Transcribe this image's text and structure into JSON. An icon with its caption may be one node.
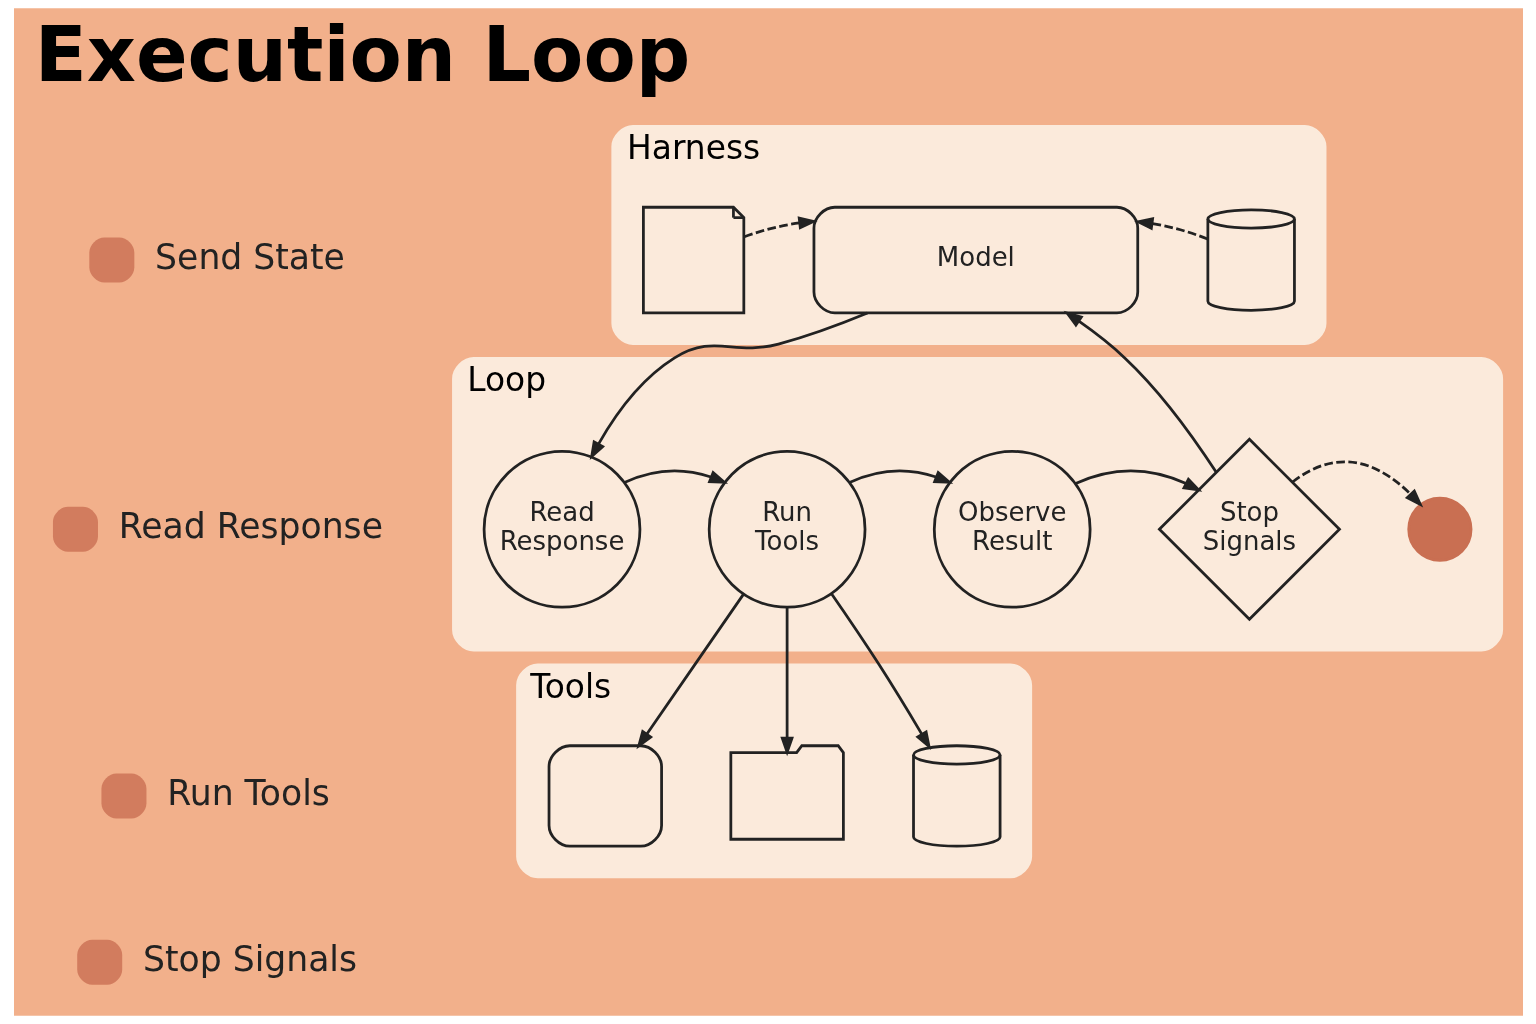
{
  "diagram": {
    "title": "Execution Loop",
    "nodes": [
      {
        "text": [
          "Harness"
        ]
      },
      {
        "text": [],
        "shape": "document",
        "in": 0
      },
      {
        "text": [
          "Model"
        ],
        "in": 0
      },
      {
        "text": [],
        "shape": "cylinder",
        "in": 0
      },
      {
        "text": [
          "Loop"
        ]
      },
      {
        "text": [
          "Read Response"
        ],
        "in": 4
      },
      {
        "text": [
          "Run Tools"
        ],
        "in": 4
      },
      {
        "text": [
          "Observe Result"
        ],
        "in": 4
      },
      {
        "text": [
          "Stop Signals"
        ],
        "in": 4
      },
      {
        "text": [],
        "shape": "circle",
        "in": 4
      },
      {
        "text": [
          "Tools"
        ]
      },
      {
        "text": [],
        "shape": "terminal",
        "in": 10
      },
      {
        "text": [],
        "shape": "folder",
        "in": 10
      },
      {
        "text": [],
        "shape": "cylinder",
        "in": 10
      }
    ],
    "edges": [
      {
        "from": 1,
        "to": 2,
        "arrow": "to",
        "style": "dashed"
      },
      {
        "from": 3,
        "to": 2,
        "arrow": "to",
        "style": "dashed"
      },
      {
        "from": 2,
        "to": 5,
        "arrow": "to"
      },
      {
        "from": 8,
        "to": 2,
        "arrow": "to"
      },
      {
        "from": 5,
        "to": 6,
        "arrow": "to"
      },
      {
        "from": 6,
        "to": 7,
        "arrow": "to"
      },
      {
        "from": 7,
        "to": 8,
        "arrow": "to"
      },
      {
        "from": 8,
        "to": 9,
        "arrow": "to",
        "style": "dashed"
      },
      {
        "from": 6,
        "to": 11,
        "arrow": "to"
      },
      {
        "from": 6,
        "to": 12,
        "arrow": "to"
      },
      {
        "from": 6,
        "to": 13,
        "arrow": "to"
      }
    ],
    "legend": [
      {
        "text": "Send State",
        "color": "#d27c5e"
      },
      {
        "text": "Read Response",
        "color": "#d27c5e"
      },
      {
        "text": "Run Tools",
        "color": "#d27c5e"
      },
      {
        "text": "Stop Signals",
        "color": "#d27c5e"
      }
    ]
  }
}
